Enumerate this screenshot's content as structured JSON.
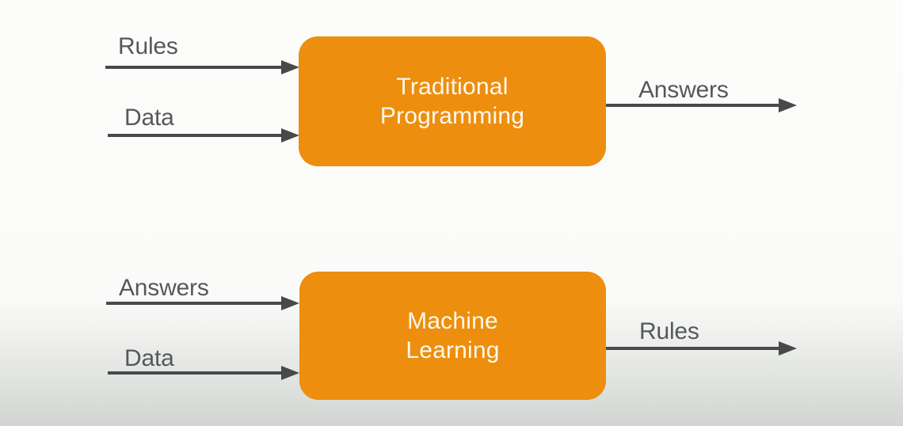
{
  "slide": {
    "background_top": "#fcfdfb",
    "background_bottom": "#d2d4d1"
  },
  "colors": {
    "box_fill": "#ED8E0E",
    "box_text": "#FDF8ED",
    "arrow": "#47494B",
    "label_text": "#55585C"
  },
  "diagrams": [
    {
      "name": "traditional-programming",
      "title_line1": "Traditional",
      "title_line2": "Programming",
      "inputs": [
        "Rules",
        "Data"
      ],
      "output": "Answers"
    },
    {
      "name": "machine-learning",
      "title_line1": "Machine",
      "title_line2": "Learning",
      "inputs": [
        "Answers",
        "Data"
      ],
      "output": "Rules"
    }
  ]
}
